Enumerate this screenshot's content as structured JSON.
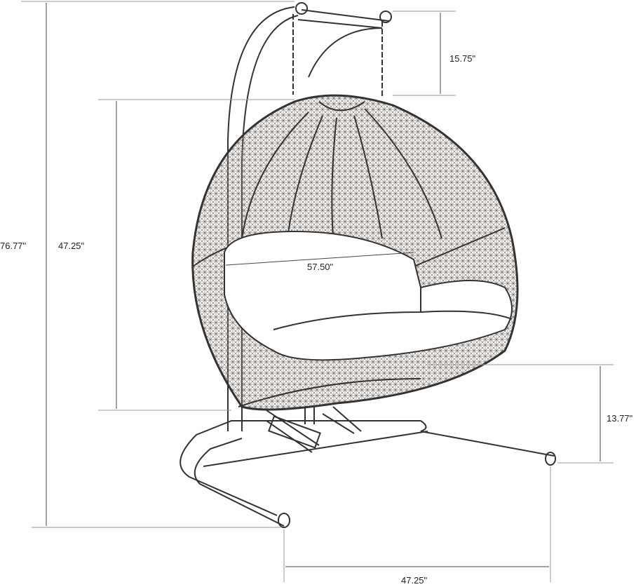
{
  "dimensions": {
    "total_height": "76.77\"",
    "basket_height": "47.25\"",
    "chain_length": "15.75\"",
    "basket_width": "57.50\"",
    "seat_height": "13.77\"",
    "base_depth": "47.25\""
  },
  "colors": {
    "line": "#333333",
    "weave": "#8a7f78",
    "background": "#ffffff"
  }
}
